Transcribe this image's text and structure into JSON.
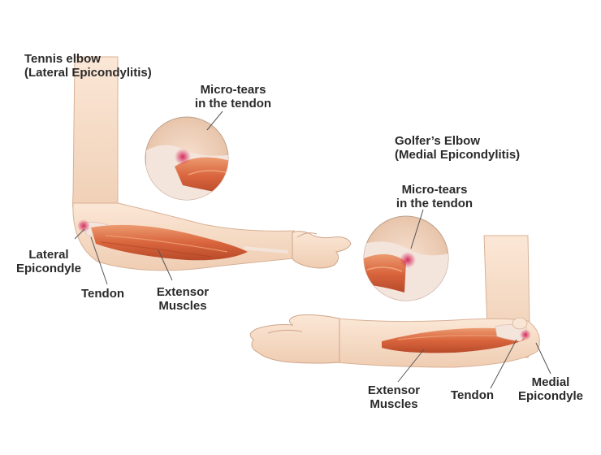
{
  "tennis_elbow": {
    "title_line1": "Tennis elbow",
    "title_line2": "(Lateral Epicondylitis)",
    "micro_tears_line1": "Micro-tears",
    "micro_tears_line2": "in the tendon",
    "lateral_line1": "Lateral",
    "lateral_line2": "Epicondyle",
    "tendon": "Tendon",
    "extensor_line1": "Extensor",
    "extensor_line2": "Muscles"
  },
  "golfers_elbow": {
    "title_line1": "Golfer’s Elbow",
    "title_line2": "(Medial Epicondylitis)",
    "micro_tears_line1": "Micro-tears",
    "micro_tears_line2": "in the tendon",
    "extensor_line1": "Extensor",
    "extensor_line2": "Muscles",
    "tendon": "Tendon",
    "medial_line1": "Medial",
    "medial_line2": "Epicondyle"
  },
  "colors": {
    "skin": "#f6dcc6",
    "skin_outline": "#cfa58a",
    "muscle": "#d9653d",
    "muscle_light": "#ec9a70",
    "tendon": "#f3e4dc",
    "injury": "#d62a5a",
    "leader": "#555555"
  }
}
